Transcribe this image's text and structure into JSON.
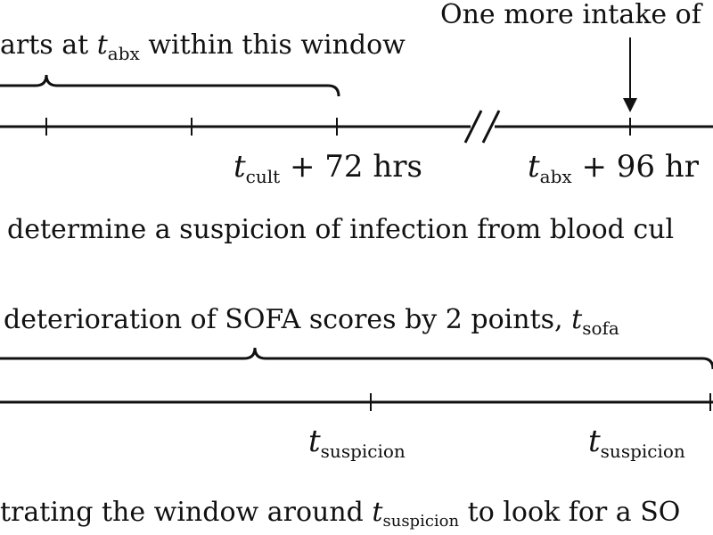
{
  "diagram_a": {
    "top_annotation": "One more intake of",
    "brace_label_prefix": "arts at ",
    "brace_label_var": "t",
    "brace_label_sub": "abx",
    "brace_label_suffix": " within this window",
    "tick1_var": "t",
    "tick1_sub": "cult",
    "tick1_suffix": " + 72 hrs",
    "tick2_var": "t",
    "tick2_sub": "abx",
    "tick2_suffix": " + 96 hr",
    "caption": "determine a suspicion of infection from blood cul"
  },
  "diagram_b": {
    "brace_label_prefix": "deterioration of SOFA scores by 2 points, ",
    "brace_label_var": "t",
    "brace_label_sub": "sofa",
    "tick1_var": "t",
    "tick1_sub": "suspicion",
    "tick2_var": "t",
    "tick2_sub": "suspicion",
    "caption_prefix": "trating the window around ",
    "caption_var": "t",
    "caption_sub": "suspicion",
    "caption_suffix": " to look for a SO"
  }
}
